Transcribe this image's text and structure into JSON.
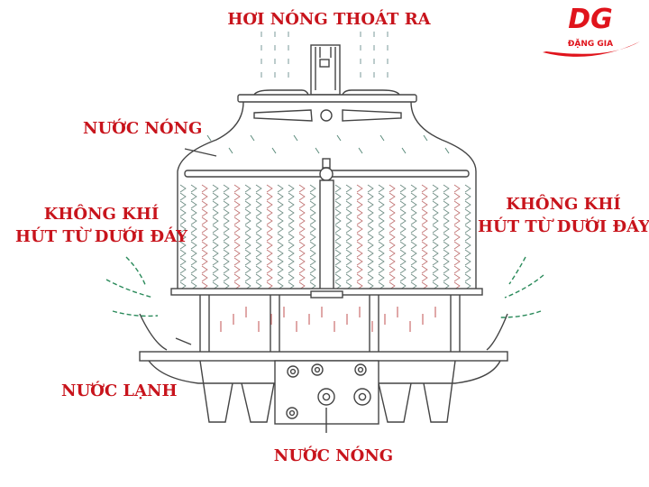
{
  "labels": {
    "hot_vapor_out": "HƠI NÓNG THOÁT RA",
    "hot_water_in": "NƯỚC NÓNG",
    "air_left_line1": "KHÔNG KHÍ",
    "air_left_line2": "HÚT TỪ DƯỚI ĐÁY",
    "air_right_line1": "KHÔNG KHÍ",
    "air_right_line2": "HÚT TỪ DƯỚI ĐÁY",
    "cold_water": "NƯỚC LẠNH",
    "hot_water_bottom": "NƯỚC NÓNG"
  },
  "logo": {
    "mark": "DG",
    "name": "ĐẶNG GIA"
  },
  "colors": {
    "label": "#c8141c",
    "air_arrow": "#2a8a5a",
    "line": "#444444",
    "water_dash": "#c05050",
    "logo": "#e0141c"
  }
}
